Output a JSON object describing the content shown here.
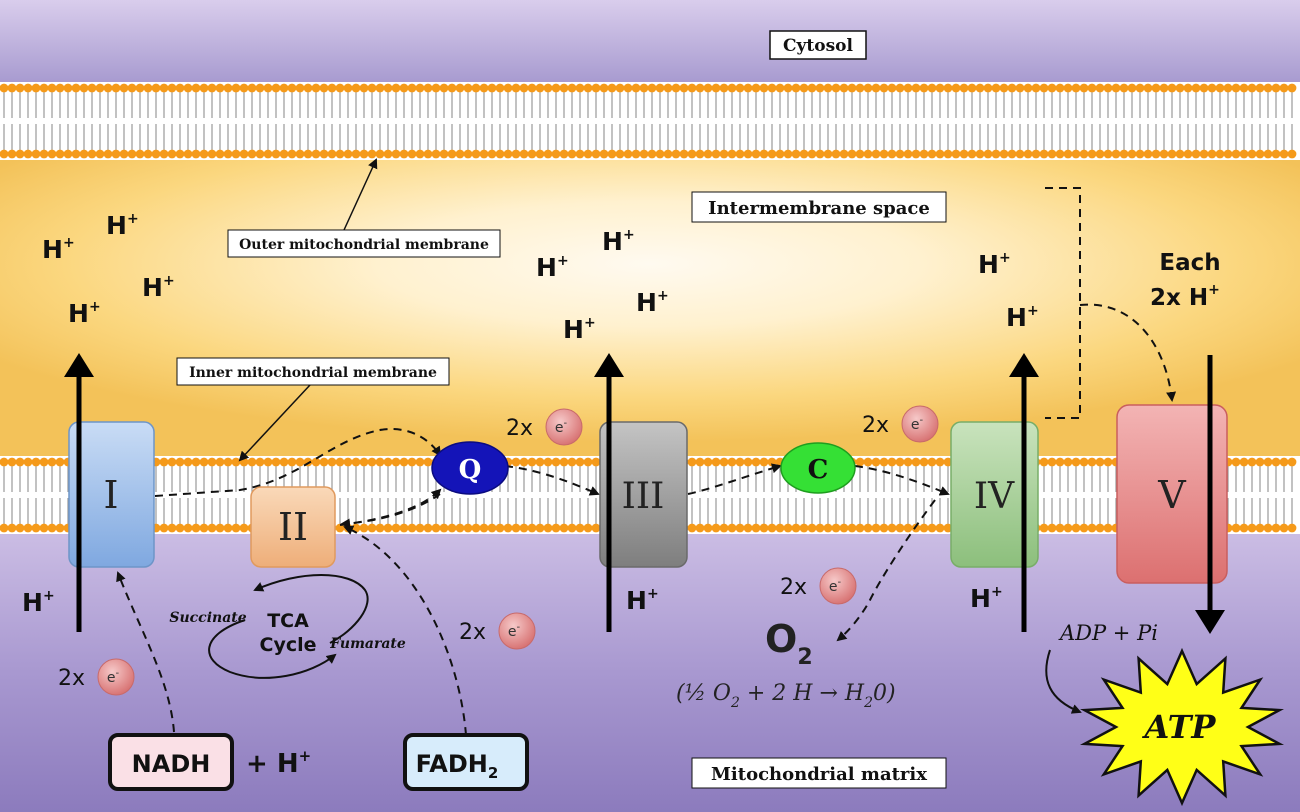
{
  "regions": {
    "cytosol": "Cytosol",
    "intermembrane": "Intermembrane space",
    "matrix": "Mitochondrial matrix"
  },
  "membranes": {
    "outer": "Outer mitochondrial membrane",
    "inner": "Inner mitochondrial membrane"
  },
  "complexes": {
    "c1": "I",
    "c2": "II",
    "c3": "III",
    "c4": "IV",
    "c5": "V",
    "q": "Q",
    "c": "C"
  },
  "colors": {
    "complex_I": "#9ec3ea",
    "complex_II": "#f3c69c",
    "complex_III": "#9d9d9d",
    "complex_IV": "#a9d19c",
    "complex_V": "#e98d8d",
    "q": "#1010b8",
    "c": "#33e133",
    "lipid_head": "#f59a1a"
  },
  "proton": {
    "base": "H",
    "charge": "+"
  },
  "electron": {
    "count": "2x",
    "symbol": "e",
    "charge": "-"
  },
  "tca": {
    "title_line1": "TCA",
    "title_line2": "Cycle",
    "succinate": "Succinate",
    "fumarate": "Fumarate"
  },
  "inputs": {
    "nadh": "NADH",
    "plus_h_prefix": "+ H",
    "plus_h_charge": "+",
    "fadh_base": "FADH",
    "fadh_sub": "2"
  },
  "oxygen": {
    "o": "O",
    "o_sub": "2",
    "eq_part1": "(½ O",
    "eq_sub1": "2",
    "eq_part2": " + 2 H → H",
    "eq_sub2": "2",
    "eq_part3": "0)"
  },
  "atp": {
    "each_label": "Each",
    "two_h_label": "2x  H",
    "two_h_charge": "+",
    "adp": "ADP + Pi",
    "atp": "ATP"
  }
}
